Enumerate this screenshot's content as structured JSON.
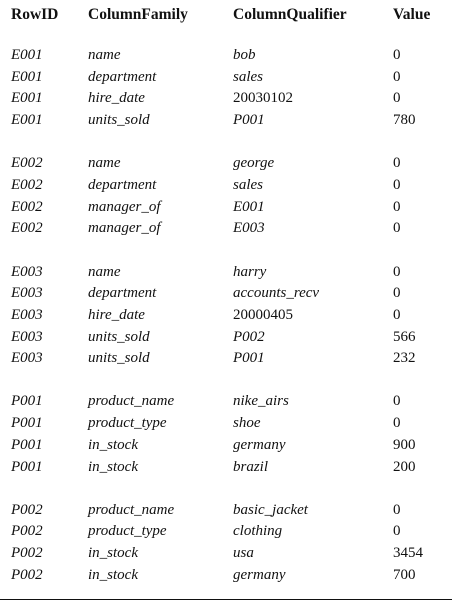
{
  "headers": {
    "row_id": "RowID",
    "column_family": "ColumnFamily",
    "column_qualifier": "ColumnQualifier",
    "value": "Value"
  },
  "groups": [
    {
      "rows": [
        {
          "row_id": "E001",
          "family": "name",
          "qualifier": "bob",
          "value": "0"
        },
        {
          "row_id": "E001",
          "family": "department",
          "qualifier": "sales",
          "value": "0"
        },
        {
          "row_id": "E001",
          "family": "hire_date",
          "qualifier": "20030102",
          "value": "0"
        },
        {
          "row_id": "E001",
          "family": "units_sold",
          "qualifier": "P001",
          "value": "780"
        }
      ]
    },
    {
      "rows": [
        {
          "row_id": "E002",
          "family": "name",
          "qualifier": "george",
          "value": "0"
        },
        {
          "row_id": "E002",
          "family": "department",
          "qualifier": "sales",
          "value": "0"
        },
        {
          "row_id": "E002",
          "family": "manager_of",
          "qualifier": "E001",
          "value": "0"
        },
        {
          "row_id": "E002",
          "family": "manager_of",
          "qualifier": "E003",
          "value": "0"
        }
      ]
    },
    {
      "rows": [
        {
          "row_id": "E003",
          "family": "name",
          "qualifier": "harry",
          "value": "0"
        },
        {
          "row_id": "E003",
          "family": "department",
          "qualifier": "accounts_recv",
          "value": "0"
        },
        {
          "row_id": "E003",
          "family": "hire_date",
          "qualifier": "20000405",
          "value": "0"
        },
        {
          "row_id": "E003",
          "family": "units_sold",
          "qualifier": "P002",
          "value": "566"
        },
        {
          "row_id": "E003",
          "family": "units_sold",
          "qualifier": "P001",
          "value": "232"
        }
      ]
    },
    {
      "rows": [
        {
          "row_id": "P001",
          "family": "product_name",
          "qualifier": "nike_airs",
          "value": "0"
        },
        {
          "row_id": "P001",
          "family": "product_type",
          "qualifier": "shoe",
          "value": "0"
        },
        {
          "row_id": "P001",
          "family": "in_stock",
          "qualifier": "germany",
          "value": "900"
        },
        {
          "row_id": "P001",
          "family": "in_stock",
          "qualifier": "brazil",
          "value": "200"
        }
      ]
    },
    {
      "rows": [
        {
          "row_id": "P002",
          "family": "product_name",
          "qualifier": "basic_jacket",
          "value": "0"
        },
        {
          "row_id": "P002",
          "family": "product_type",
          "qualifier": "clothing",
          "value": "0"
        },
        {
          "row_id": "P002",
          "family": "in_stock",
          "qualifier": "usa",
          "value": "3454"
        },
        {
          "row_id": "P002",
          "family": "in_stock",
          "qualifier": "germany",
          "value": "700"
        }
      ]
    }
  ]
}
